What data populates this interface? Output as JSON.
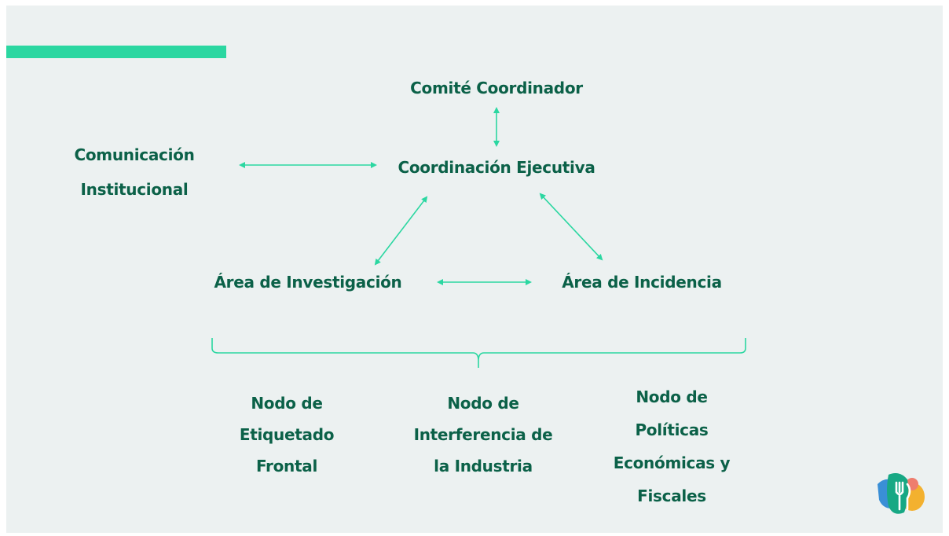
{
  "nodes": {
    "comite": "Comité Coordinador",
    "coordinacion": "Coordinación Ejecutiva",
    "comunicacion": [
      "Comunicación",
      "Institucional"
    ],
    "investigacion": "Área de Investigación",
    "incidencia": "Área de Incidencia",
    "nodo_etiquetado": [
      "Nodo de",
      "Etiquetado",
      "Frontal"
    ],
    "nodo_interferencia": [
      "Nodo de",
      "Interferencia de",
      "la Industria"
    ],
    "nodo_politicas": [
      "Nodo de",
      "Políticas",
      "Económicas y",
      "Fiscales"
    ]
  },
  "colors": {
    "background": "#ecf1f1",
    "accent": "#2bd7a1",
    "text": "#0b6148",
    "connector": "#2bd7a1",
    "bracket": "#2bd7a1"
  }
}
